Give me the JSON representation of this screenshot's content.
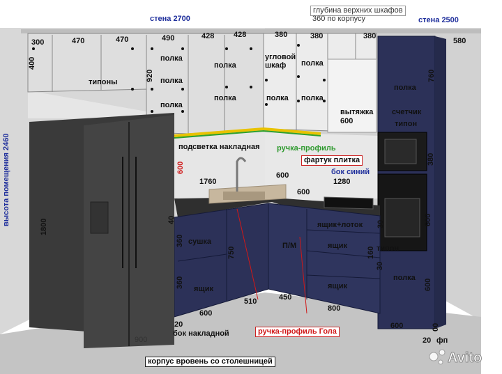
{
  "labels": {
    "wall_left": "стена  2700",
    "wall_right": "стена 2500",
    "depth_line1": "глубина верхних шкафов",
    "depth_line2": "360 по корпусу",
    "room_height": "высота помещения 2460",
    "d300": "300",
    "d470a": "470",
    "d470b": "470",
    "d490": "490",
    "d428a": "428",
    "d428b": "428",
    "d380a": "380",
    "d380b": "380",
    "d380c": "380",
    "d580": "580",
    "d400": "400",
    "tipony": "типоны",
    "d920": "920",
    "polka1": "полка",
    "polka2": "полка",
    "polka3": "полка",
    "polka4": "полка",
    "polka5": "полка",
    "polka6": "полка",
    "polka7": "полка",
    "corner1": "угловой",
    "corner2": "шкаф",
    "hood1": "вытяжка",
    "hood2": "600",
    "polka_tall_top": "полка",
    "d760": "760",
    "meter": "счетчик",
    "tipon_tall": "типон",
    "backlight": "подсветка накладная",
    "handle_profile": "ручка-профиль",
    "apron": "фартук плитка",
    "side_blue": "бок синий",
    "d380_oven": "380",
    "d600_red": "600",
    "d1760": "1760",
    "d600_top": "600",
    "d1280": "1280",
    "d600_mid": "600",
    "d1800": "1800",
    "d40": "40",
    "d360a": "360",
    "sushka": "сушка",
    "d750": "750",
    "d360b": "360",
    "yaschik1": "ящик",
    "pm": "П/М",
    "drawer_tray": "ящик+лоток",
    "yaschik2": "ящик",
    "yaschik3": "ящик",
    "d30a": "30",
    "d160": "160",
    "tipon_low": "типон",
    "d30b": "30",
    "d600_oven": "600",
    "polka_low": "полка",
    "d600_right": "600",
    "d510": "510",
    "d450": "450",
    "d800": "800",
    "d600_bot": "600",
    "d600_corner": "600",
    "d20a": "20",
    "side_overlay": "бок накладной",
    "gola": "ручка-профиль Гола",
    "d900": "900",
    "d20b": "20",
    "fp": "фп",
    "d00": "00",
    "flush": "корпус вровень со столешницей",
    "watermark": "Avito"
  },
  "colors": {
    "navy": "#2c3158",
    "upper": "#dcdcdc",
    "fridge": "#3b3b3b",
    "counter": "#2d2d2d",
    "floor": "#bfbfbf",
    "marble": "#e3e3e3",
    "wall": "#d7d7d7",
    "label_blue": "#1f2f9c",
    "label_red": "#d01818",
    "label_green": "#2f9a2f"
  }
}
